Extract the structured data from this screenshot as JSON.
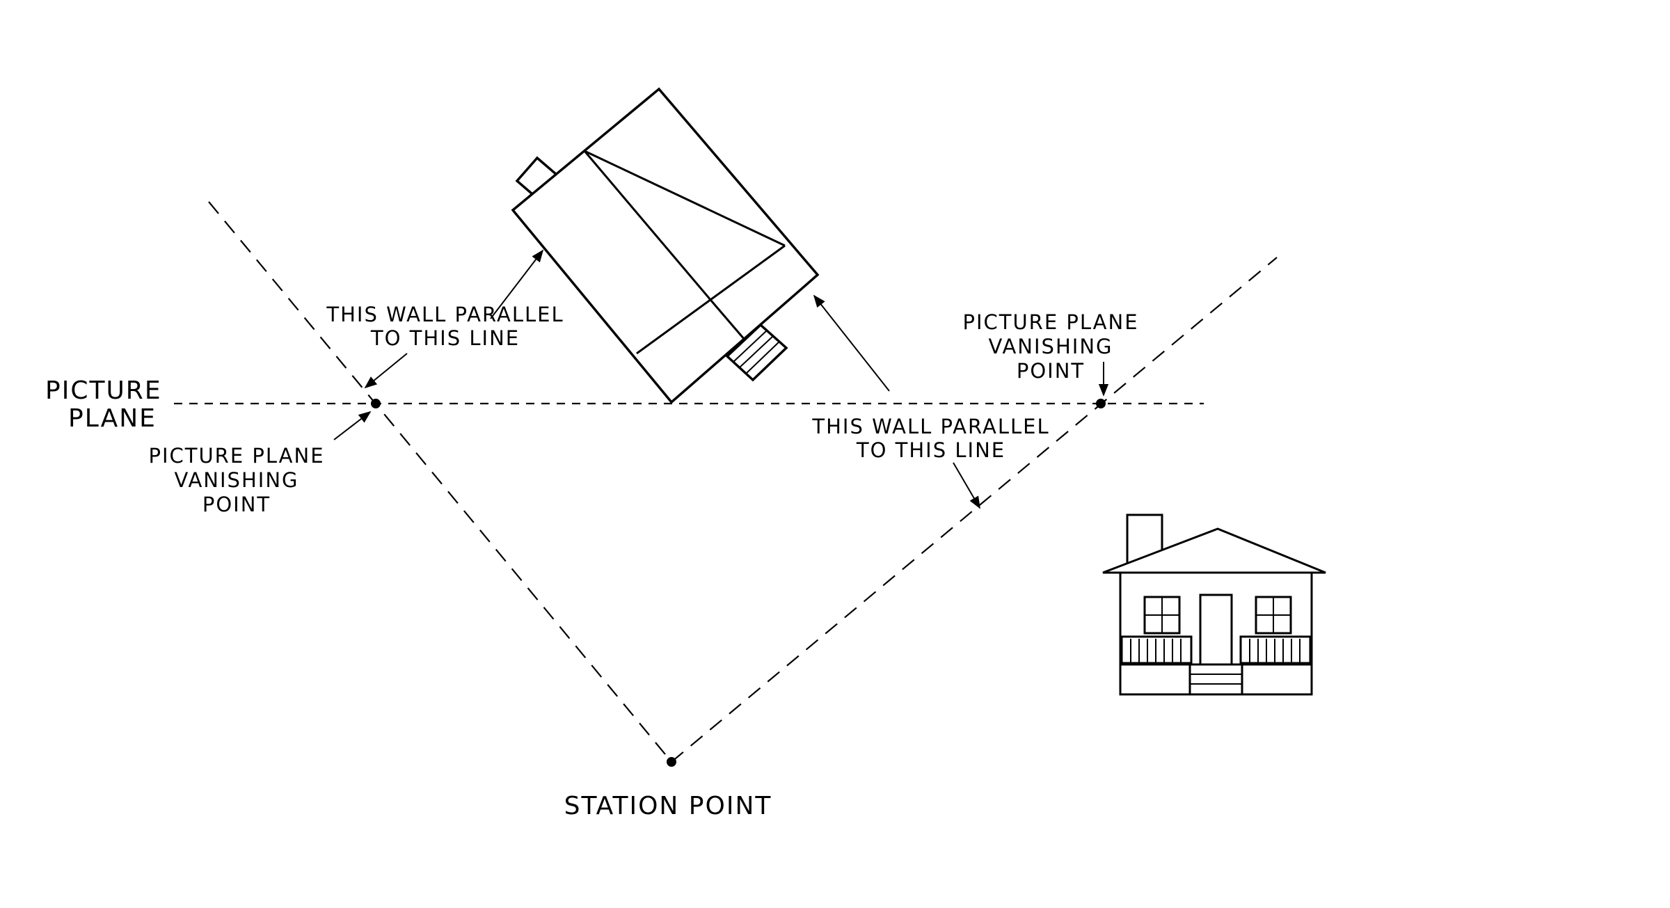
{
  "labels": {
    "picture_plane_line1": "PICTURE",
    "picture_plane_line2": "PLANE",
    "left_vp_line1": "PICTURE PLANE",
    "left_vp_line2": "VANISHING",
    "left_vp_line3": "POINT",
    "right_vp_line1": "PICTURE PLANE",
    "right_vp_line2": "VANISHING",
    "right_vp_line3": "POINT",
    "left_wall_line1": "THIS WALL PARALLEL",
    "left_wall_line2": "TO THIS LINE",
    "right_wall_line1": "THIS WALL PARALLEL",
    "right_wall_line2": "TO THIS LINE",
    "station_point": "STATION POINT"
  },
  "colors": {
    "ink": "#000000",
    "background": "#ffffff"
  }
}
